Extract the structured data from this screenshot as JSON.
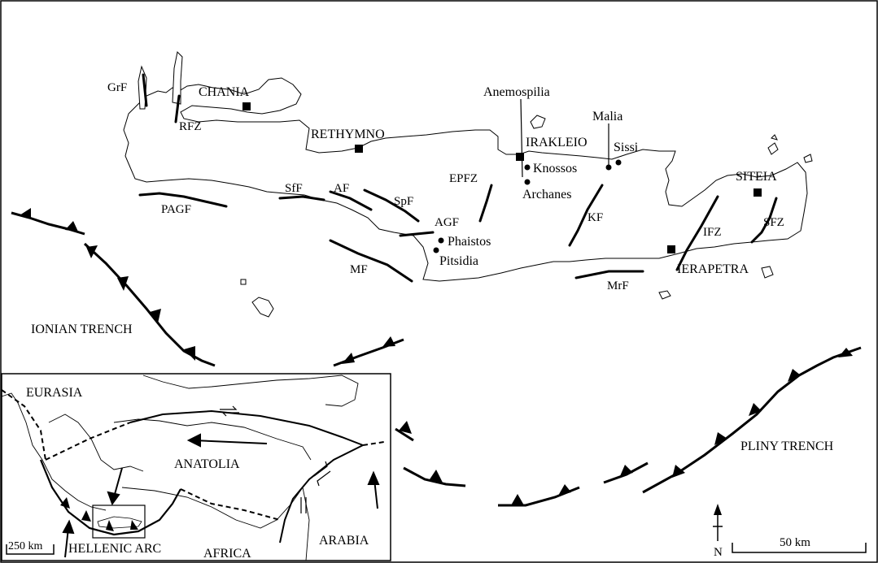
{
  "cities": [
    "CHANIA",
    "RETHYMNO",
    "IRAKLEIO",
    "SITEIA",
    "IERAPETRA"
  ],
  "sites": [
    "Anemospilia",
    "Malia",
    "Sissi",
    "Knossos",
    "Archanes",
    "Phaistos",
    "Pitsidia"
  ],
  "faults": [
    "GrF",
    "RFZ",
    "PAGF",
    "SfF",
    "AF",
    "SpF",
    "AGF",
    "EPFZ",
    "KF",
    "MF",
    "IFZ",
    "SFZ",
    "MrF"
  ],
  "trenches": [
    "IONIAN TRENCH",
    "PLINY TRENCH"
  ],
  "inset": {
    "regions": [
      "EURASIA",
      "ANATOLIA",
      "AFRICA",
      "ARABIA"
    ],
    "arc_label": "HELLENIC ARC",
    "scale_label": "250 km"
  },
  "north_label": "N",
  "scale_label": "50 km"
}
